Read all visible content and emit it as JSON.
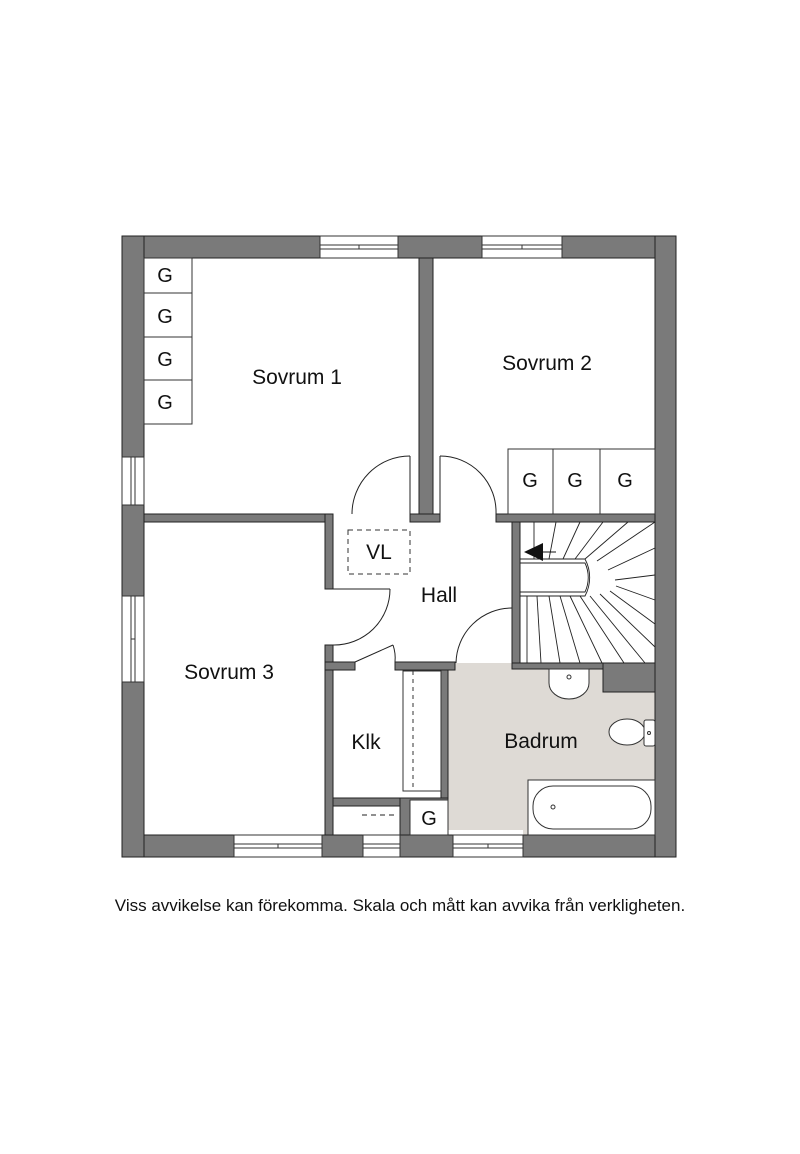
{
  "rooms": {
    "sovrum1": "Sovrum 1",
    "sovrum2": "Sovrum 2",
    "sovrum3": "Sovrum 3",
    "hall": "Hall",
    "klk": "Klk",
    "badrum": "Badrum",
    "vl": "VL"
  },
  "wardrobe_label": "G",
  "disclaimer": "Viss avvikelse kan förekomma. Skala och mått kan avvika från verkligheten.",
  "colors": {
    "wall": "#7a7a7a",
    "bathroom_floor": "#dedad5",
    "line": "#222222"
  }
}
